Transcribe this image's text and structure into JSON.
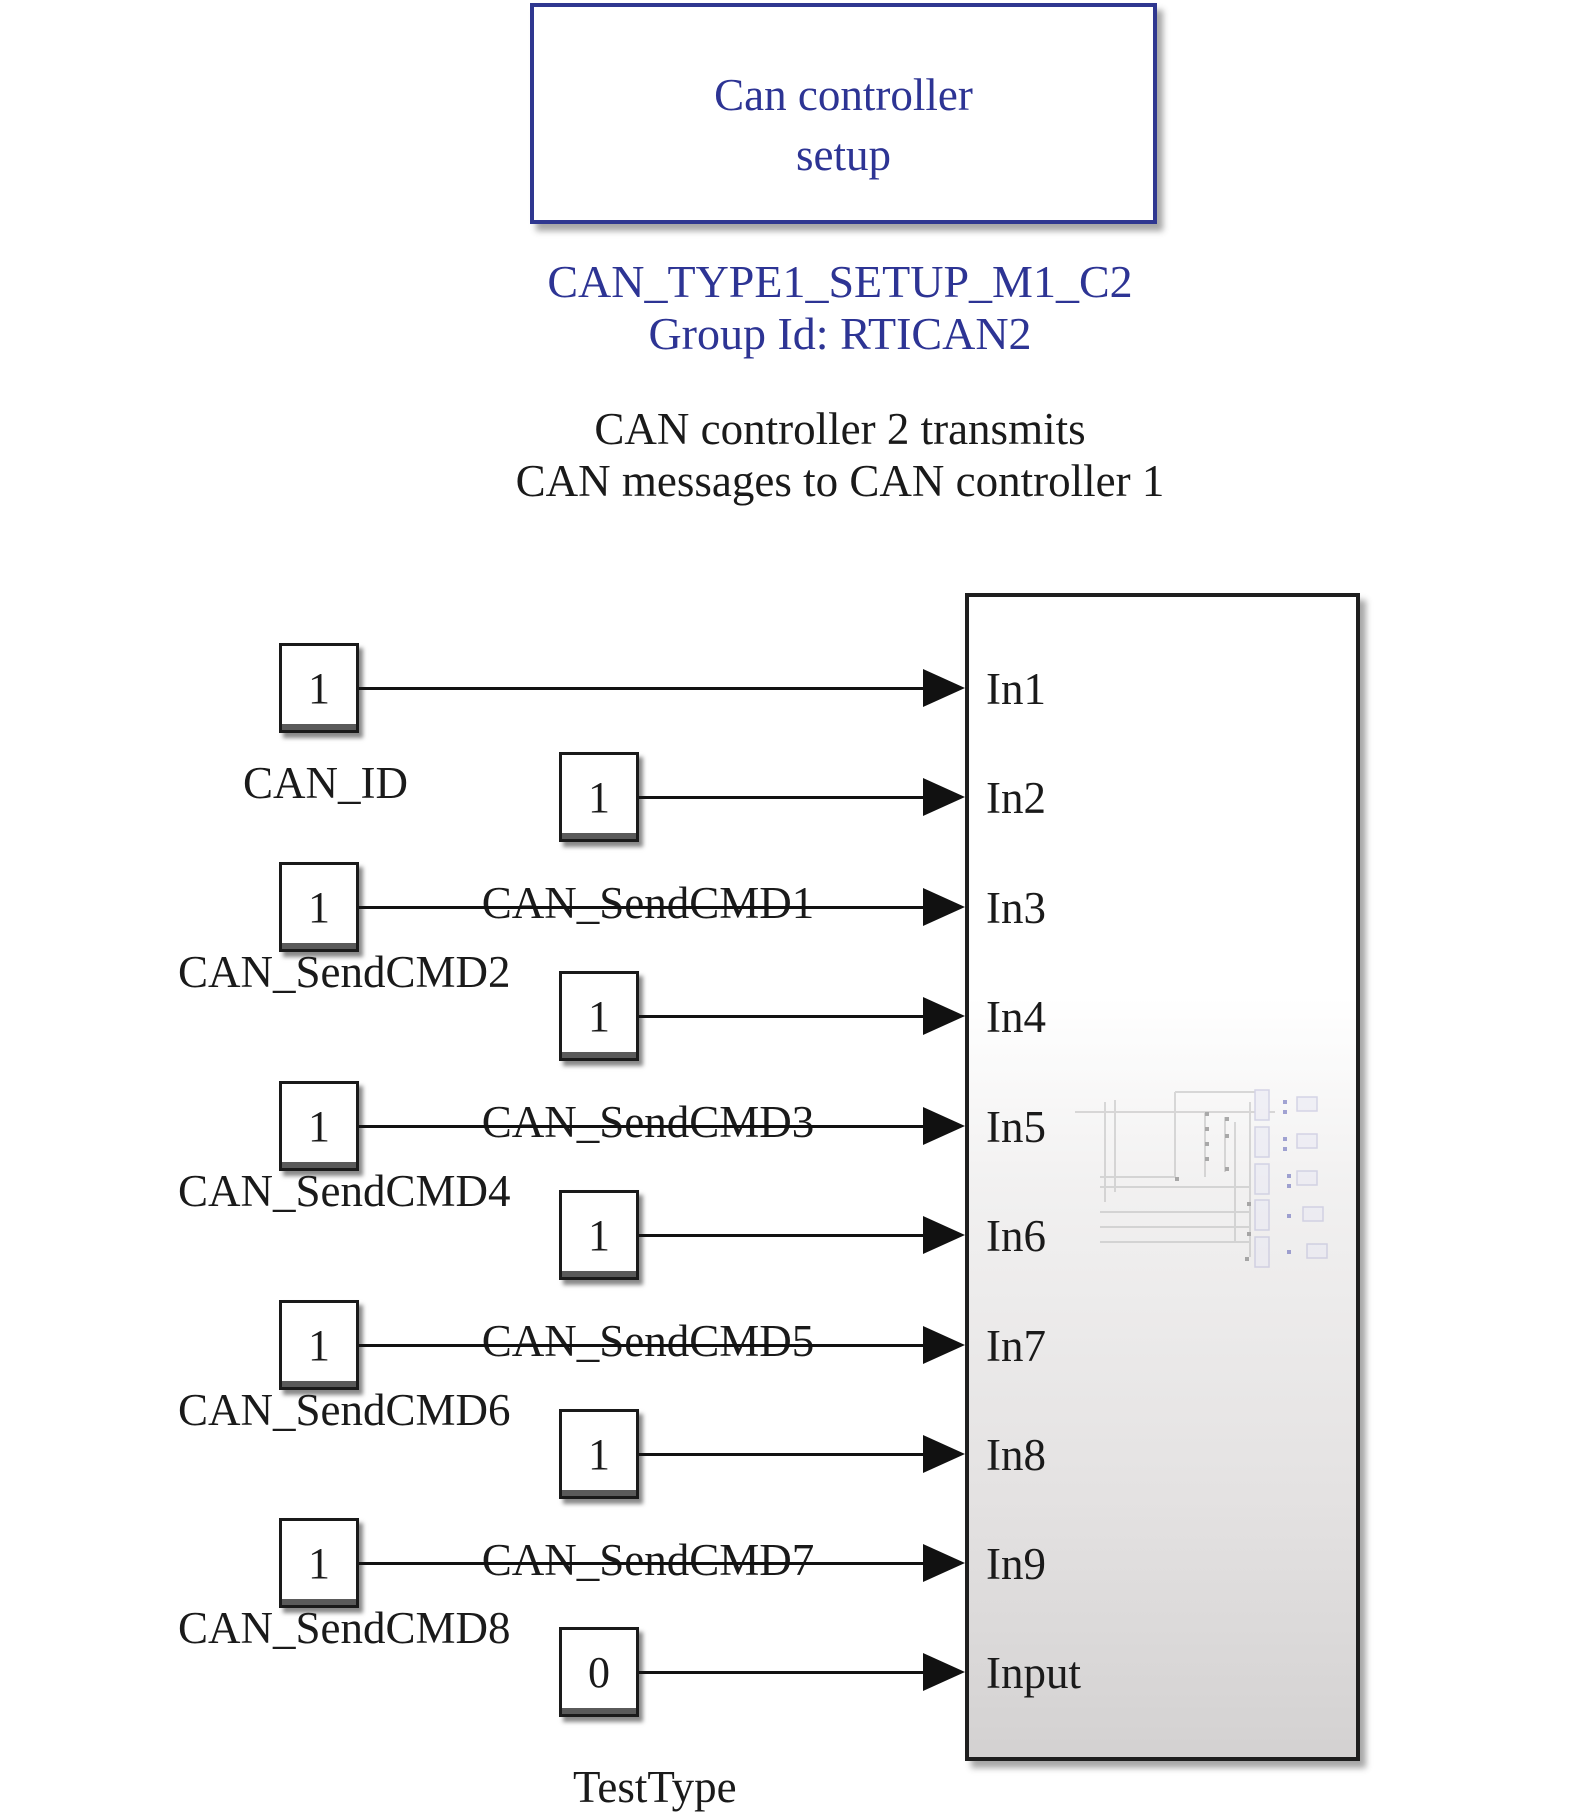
{
  "setup_block": {
    "lines": [
      "Can controller",
      "setup"
    ],
    "name_line1": "CAN_TYPE1_SETUP_M1_C2",
    "name_line2": "Group Id: RTICAN2",
    "color": "#2d3494"
  },
  "annotation": {
    "line1": "CAN controller 2 transmits",
    "line2": "CAN messages to CAN controller 1"
  },
  "constants": [
    {
      "value": "1",
      "name": "CAN_ID",
      "port": "In1"
    },
    {
      "value": "1",
      "name": "CAN_SendCMD1",
      "port": "In2"
    },
    {
      "value": "1",
      "name": "CAN_SendCMD2",
      "port": "In3"
    },
    {
      "value": "1",
      "name": "CAN_SendCMD3",
      "port": "In4"
    },
    {
      "value": "1",
      "name": "CAN_SendCMD4",
      "port": "In5"
    },
    {
      "value": "1",
      "name": "CAN_SendCMD5",
      "port": "In6"
    },
    {
      "value": "1",
      "name": "CAN_SendCMD6",
      "port": "In7"
    },
    {
      "value": "1",
      "name": "CAN_SendCMD7",
      "port": "In8"
    },
    {
      "value": "1",
      "name": "CAN_SendCMD8",
      "port": "In9"
    },
    {
      "value": "0",
      "name": "TestType",
      "port": "Input"
    }
  ],
  "subsystem": {
    "ports": [
      "In1",
      "In2",
      "In3",
      "In4",
      "In5",
      "In6",
      "In7",
      "In8",
      "In9",
      "Input"
    ],
    "thumbnail_icon": "subsystem-preview-icon"
  }
}
